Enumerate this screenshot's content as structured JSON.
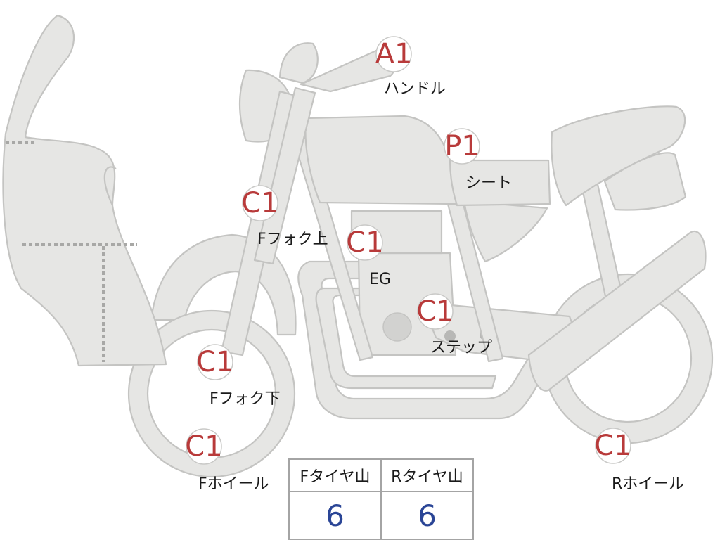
{
  "markers": {
    "handle": {
      "grade": "A1",
      "label": "ハンドル"
    },
    "seat": {
      "grade": "P1",
      "label": "シート"
    },
    "fork_upper": {
      "grade": "C1",
      "label": "Fフォク上"
    },
    "engine": {
      "grade": "C1",
      "label": "EG"
    },
    "step": {
      "grade": "C1",
      "label": "ステップ"
    },
    "fork_lower": {
      "grade": "C1",
      "label": "Fフォク下"
    },
    "front_wheel": {
      "grade": "C1",
      "label": "Fホイール"
    },
    "rear_wheel": {
      "grade": "C1",
      "label": "Rホイール"
    }
  },
  "tread_table": {
    "headers": [
      "Fタイヤ山",
      "Rタイヤ山"
    ],
    "values": [
      "6",
      "6"
    ]
  },
  "colors": {
    "part_fill": "#e6e6e4",
    "part_outline": "#c4c4c2",
    "grade_text": "#b83a3a",
    "tread_value": "#2a4596"
  }
}
